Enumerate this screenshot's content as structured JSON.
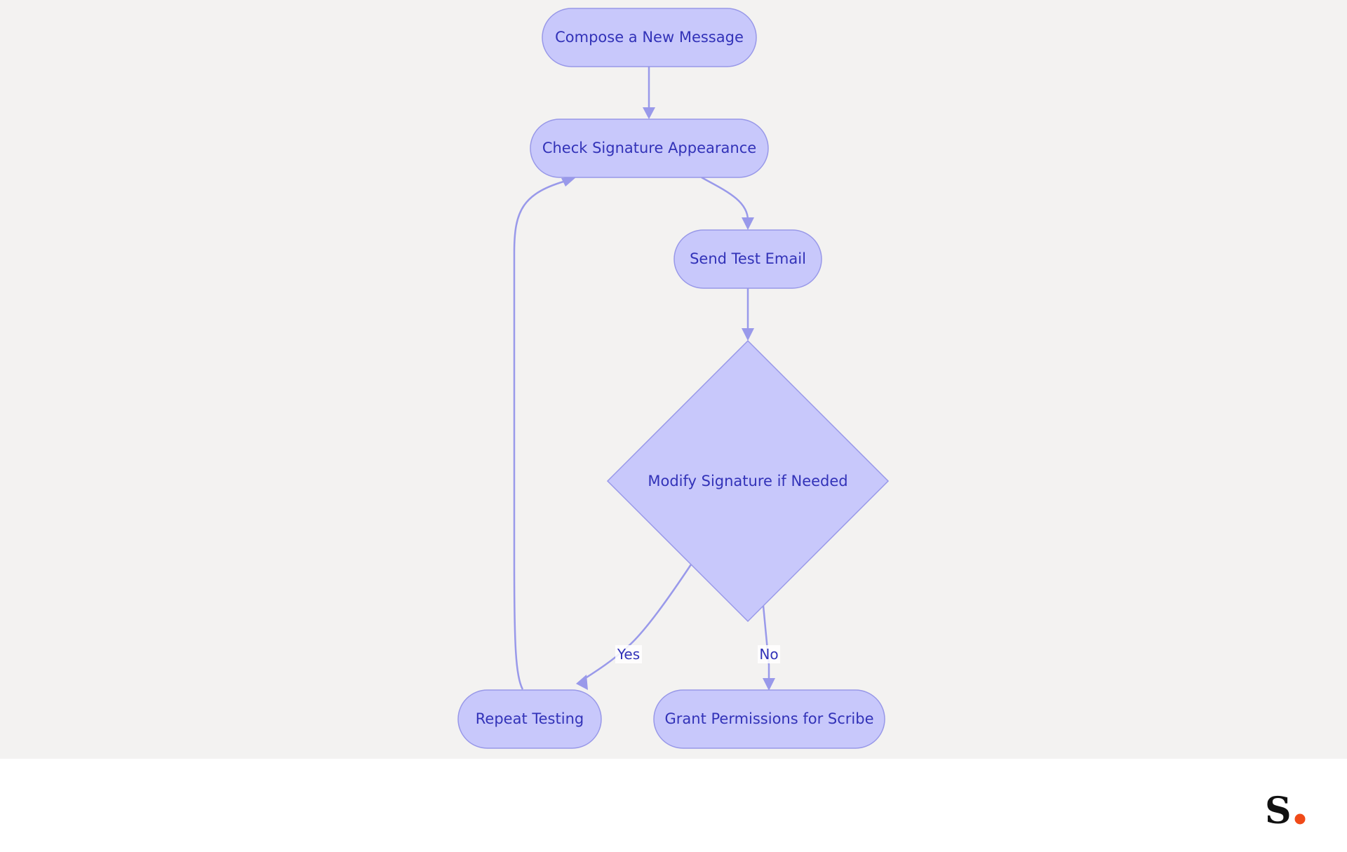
{
  "diagram": {
    "nodes": {
      "compose": "Compose a New Message",
      "check": "Check Signature Appearance",
      "send": "Send Test Email",
      "modify": "Modify Signature if Needed",
      "repeat": "Repeat Testing",
      "grant": "Grant Permissions for Scribe"
    },
    "edges": {
      "yes": "Yes",
      "no": "No"
    }
  },
  "brand": {
    "logo_icon": "scribe-s-logo-icon",
    "logo_letter_color": "#111111",
    "logo_dot_color": "#f04a18"
  },
  "colors": {
    "node_fill": "#c8c8fb",
    "node_stroke": "#9898e8",
    "text": "#3232b8",
    "edge": "#9999ea",
    "panel_bg": "#f3f2f1"
  }
}
